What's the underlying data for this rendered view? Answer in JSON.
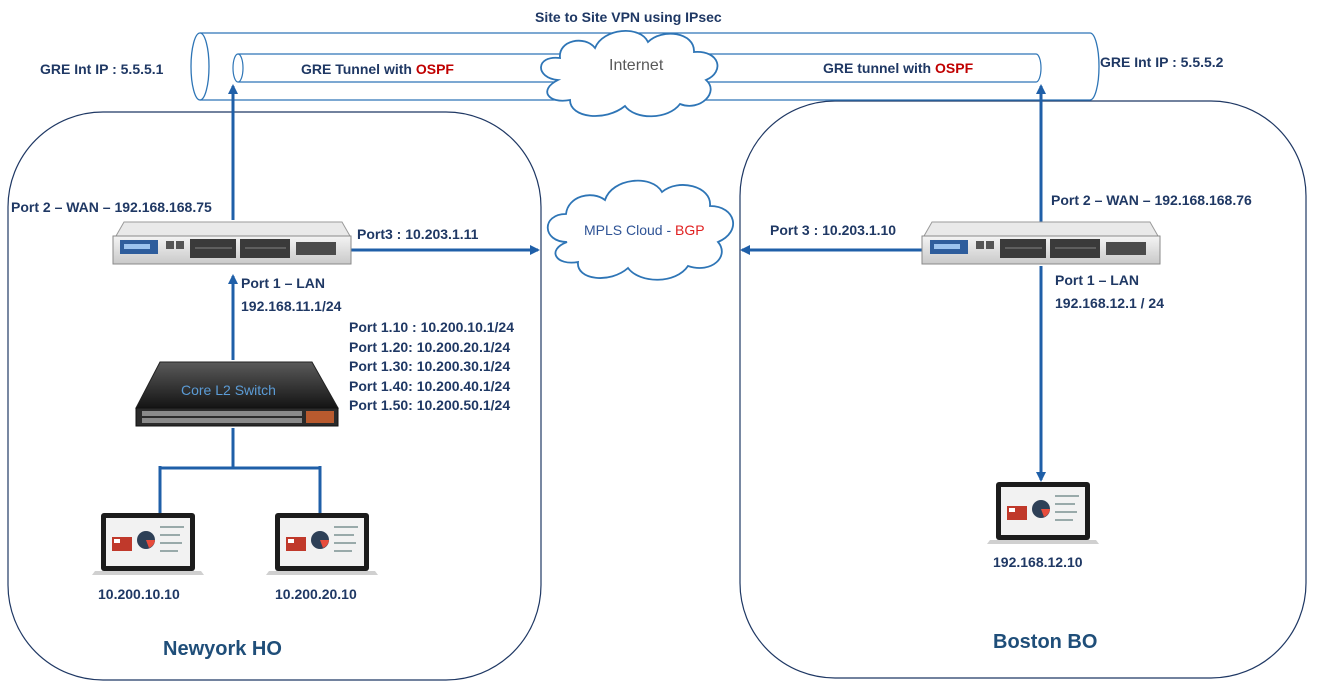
{
  "title": "Site to Site VPN  using IPsec",
  "internet_cloud": "Internet",
  "mpls_cloud": {
    "label": "MPLS Cloud - ",
    "protocol": "BGP"
  },
  "gre_left": {
    "int_ip": "GRE Int IP : 5.5.5.1",
    "tunnel": "GRE Tunnel with ",
    "protocol": "OSPF"
  },
  "gre_right": {
    "int_ip": "GRE Int IP : 5.5.5.2",
    "tunnel": "GRE tunnel with ",
    "protocol": "OSPF"
  },
  "newyork": {
    "site_name": "Newyork HO",
    "wan": "Port 2 – WAN – 192.168.168.75",
    "port3": "Port3 : 10.203.1.11",
    "lan_port": "Port 1 – LAN",
    "lan_ip": "192.168.11.1/24",
    "switch": "Core L2 Switch",
    "subnets": [
      "Port 1.10 : 10.200.10.1/24",
      "Port 1.20:  10.200.20.1/24",
      "Port 1.30:  10.200.30.1/24",
      "Port 1.40:  10.200.40.1/24",
      "Port 1.50:  10.200.50.1/24"
    ],
    "hosts": [
      "10.200.10.10",
      "10.200.20.10"
    ]
  },
  "boston": {
    "site_name": "Boston BO",
    "wan": "Port 2 – WAN – 192.168.168.76",
    "port3": "Port 3 : 10.203.1.10",
    "lan_port": "Port 1 – LAN",
    "lan_ip": "192.168.12.1 / 24",
    "hosts": [
      "192.168.12.10"
    ]
  },
  "colors": {
    "line": "#1f5fa8",
    "label": "#1f3864",
    "accent_red": "#c00000"
  }
}
